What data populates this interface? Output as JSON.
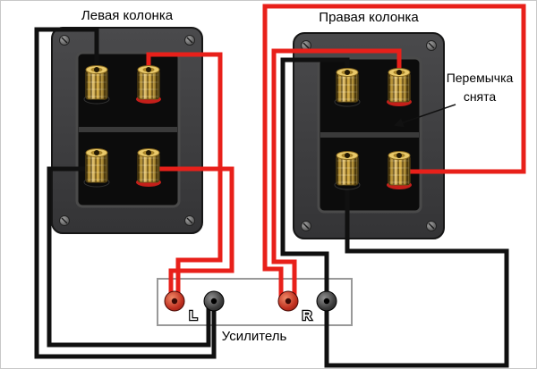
{
  "diagram": {
    "left_speaker": {
      "title": "Левая колонка"
    },
    "right_speaker": {
      "title": "Правая колонка"
    },
    "annotation": {
      "line1": "Перемычка",
      "line2": "снята"
    },
    "amplifier": {
      "label": "Усилитель",
      "left_channel_label": "L",
      "right_channel_label": "R"
    },
    "colors": {
      "positive_wire": "#e8201a",
      "negative_wire": "#101010",
      "panel": "#3e3e40",
      "terminal_gold": "#d2a93f",
      "amp_terminal_red": "#c03020"
    }
  }
}
